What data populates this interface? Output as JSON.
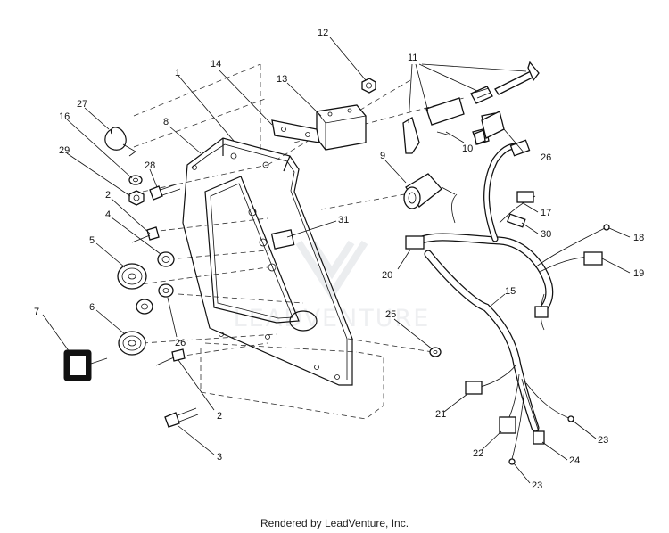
{
  "caption": "Rendered by LeadVenture, Inc.",
  "watermark": "LEADVENTURE",
  "callouts": {
    "c1": "1",
    "c2a": "2",
    "c2b": "2",
    "c3": "3",
    "c4": "4",
    "c5": "5",
    "c6": "6",
    "c7": "7",
    "c8": "8",
    "c9": "9",
    "c10": "10",
    "c11": "11",
    "c12": "12",
    "c13": "13",
    "c14": "14",
    "c15": "15",
    "c16": "16",
    "c17": "17",
    "c18": "18",
    "c19": "19",
    "c20": "20",
    "c21": "21",
    "c22": "22",
    "c23a": "23",
    "c23b": "23",
    "c24": "24",
    "c25": "25",
    "c26a": "26",
    "c26b": "26",
    "c27": "27",
    "c28": "28",
    "c29": "29",
    "c30": "30",
    "c31": "31"
  }
}
